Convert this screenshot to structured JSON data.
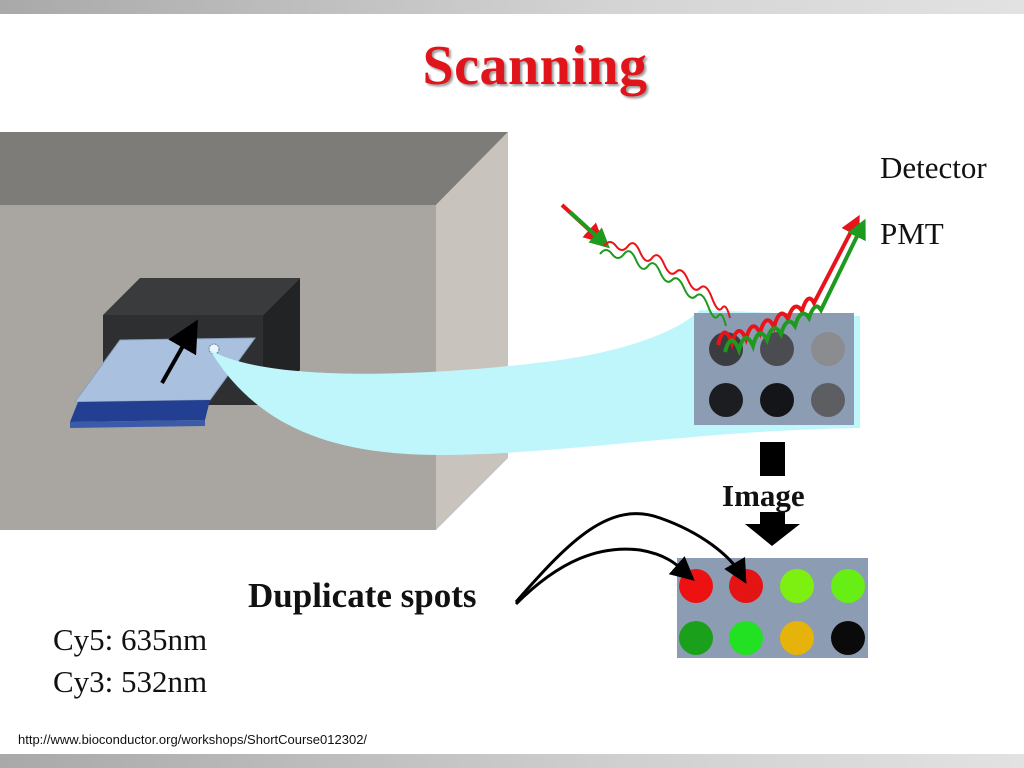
{
  "title": "Scanning",
  "labels": {
    "detector": "Detector",
    "pmt": "PMT",
    "image": "Image",
    "duplicate_spots": "Duplicate spots",
    "cy5": "Cy5: 635nm",
    "cy3": "Cy3: 532nm"
  },
  "footer_url": "http://www.bioconductor.org/workshops/ShortCourse012302/",
  "colors": {
    "title": "#e0141b",
    "laser_red": "#e8141b",
    "laser_green": "#1e9a1e",
    "beam": "#bff6fb",
    "slide_blue": "#233f92"
  },
  "scan_panel_spots": [
    {
      "color": "#3a3c40"
    },
    {
      "color": "#4a4c50"
    },
    {
      "color": "#8a8c90"
    },
    {
      "color": "#1c1d20"
    },
    {
      "color": "#141518"
    },
    {
      "color": "#5c5e62"
    }
  ],
  "image_panel_spots": [
    {
      "color": "#ee1111"
    },
    {
      "color": "#e41414"
    },
    {
      "color": "#7df011"
    },
    {
      "color": "#66ee15"
    },
    {
      "color": "#1aa01a"
    },
    {
      "color": "#22e022"
    },
    {
      "color": "#e6b30a"
    },
    {
      "color": "#0a0a0a"
    }
  ]
}
